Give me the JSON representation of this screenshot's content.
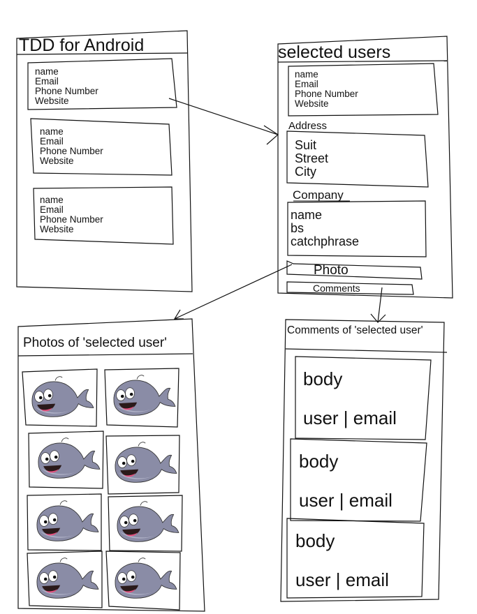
{
  "screens": {
    "list": {
      "title": "TDD for Android",
      "cards": [
        {
          "lines": [
            "name",
            "Email",
            "Phone Number",
            "Website"
          ]
        },
        {
          "lines": [
            "name",
            "Email",
            "Phone Number",
            "Website"
          ]
        },
        {
          "lines": [
            "name",
            "Email",
            "Phone Number",
            "Website"
          ]
        }
      ]
    },
    "detail": {
      "title": "selected users",
      "user_card": {
        "lines": [
          "name",
          "Email",
          "Phone Number",
          "Website"
        ]
      },
      "address_label": "Address",
      "address_lines": [
        "Suit",
        "Street",
        "City"
      ],
      "company_label": "Company",
      "company_lines": [
        "name",
        "bs",
        "catchphrase"
      ],
      "photo_button": "Photo",
      "comments_button": "Comments"
    },
    "photos": {
      "title": "Photos of 'selected user'",
      "thumbnail_icon": "whale-icon",
      "thumbnail_count": 8
    },
    "comments": {
      "title": "Comments of 'selected user'",
      "items": [
        {
          "body": "body",
          "meta": "user | email"
        },
        {
          "body": "body",
          "meta": "user | email"
        },
        {
          "body": "body",
          "meta": "user | email"
        }
      ]
    }
  },
  "colors": {
    "stroke": "#111111",
    "whale_body": "#8a8ca6",
    "whale_belly": "#b4b6cb",
    "whale_mouth": "#e1527f"
  }
}
